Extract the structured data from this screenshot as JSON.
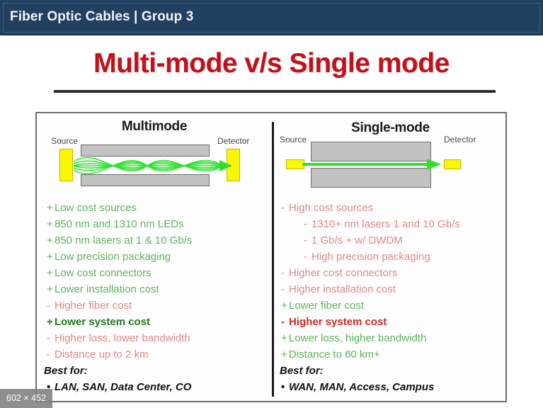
{
  "header": {
    "title": "Fiber Optic Cables | Group 3",
    "bg_color": "#22405f"
  },
  "slide": {
    "title": "Multi-mode v/s Single mode",
    "title_color": "#c3111c"
  },
  "colors": {
    "green": "#5db55d",
    "green_bold": "#1d7a1d",
    "red": "#e08a86",
    "red_bold": "#cf2b24",
    "black": "#111111",
    "cladding": "#c2c2c2",
    "endbox": "#fbf700",
    "ray": "#2ee02e"
  },
  "left_column": {
    "heading": "Multimode",
    "diagram": {
      "source_label": "Source",
      "detector_label": "Detector"
    },
    "bullets": [
      {
        "mark": "+",
        "text": "Low cost sources",
        "style": "green",
        "level": 0
      },
      {
        "mark": "+",
        "text": "850 nm and 1310 nm LEDs",
        "style": "green",
        "level": 1
      },
      {
        "mark": "+",
        "text": "850 nm lasers at 1 & 10 Gb/s",
        "style": "green",
        "level": 1
      },
      {
        "mark": "+",
        "text": "Low precision packaging",
        "style": "green",
        "level": 1
      },
      {
        "mark": "+",
        "text": "Low cost connectors",
        "style": "green",
        "level": 0
      },
      {
        "mark": "+",
        "text": "Lower installation cost",
        "style": "green",
        "level": 0
      },
      {
        "mark": "-",
        "text": "Higher fiber cost",
        "style": "red",
        "level": 0
      },
      {
        "mark": "+",
        "text": "Lower system cost",
        "style": "green-bold",
        "level": 0
      },
      {
        "mark": "-",
        "text": "Higher loss, lower bandwidth",
        "style": "red",
        "level": 0
      },
      {
        "mark": "-",
        "text": "Distance up to 2 km",
        "style": "red",
        "level": 0
      }
    ],
    "best_for_label": "Best for:",
    "best_for_items": [
      {
        "mark": "•",
        "text": "LAN, SAN, Data Center, CO"
      }
    ]
  },
  "right_column": {
    "heading": "Single-mode",
    "diagram": {
      "source_label": "Source",
      "detector_label": "Detector"
    },
    "bullets": [
      {
        "mark": "-",
        "text": "High cost sources",
        "style": "red",
        "level": 0
      },
      {
        "mark": "-",
        "text": "1310+ nm lasers 1 and 10 Gb/s",
        "style": "red",
        "level": 1
      },
      {
        "mark": "-",
        "text": "1 Gb/s + w/ DWDM",
        "style": "red",
        "level": 1
      },
      {
        "mark": "-",
        "text": "High precision packaging",
        "style": "red",
        "level": 1
      },
      {
        "mark": "-",
        "text": "Higher cost connectors",
        "style": "red",
        "level": 0
      },
      {
        "mark": "-",
        "text": "Higher installation cost",
        "style": "red",
        "level": 0
      },
      {
        "mark": "+",
        "text": "Lower fiber cost",
        "style": "green",
        "level": 0
      },
      {
        "mark": "-",
        "text": "Higher system cost",
        "style": "red-bold",
        "level": 0
      },
      {
        "mark": "+",
        "text": "Lower loss, higher bandwidth",
        "style": "green",
        "level": 0
      },
      {
        "mark": "+",
        "text": "Distance to 60 km+",
        "style": "green",
        "level": 0
      }
    ],
    "best_for_label": "Best for:",
    "best_for_items": [
      {
        "mark": "•",
        "text": "WAN, MAN, Access, Campus"
      }
    ]
  },
  "overlay": {
    "dimension_badge": "602 × 452"
  }
}
